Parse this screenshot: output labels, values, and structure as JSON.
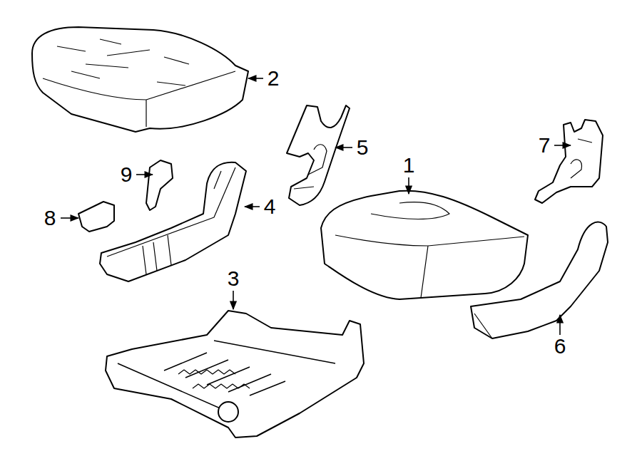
{
  "diagram": {
    "labels": [
      "2",
      "5",
      "9",
      "4",
      "8",
      "1",
      "7",
      "3",
      "6"
    ]
  }
}
